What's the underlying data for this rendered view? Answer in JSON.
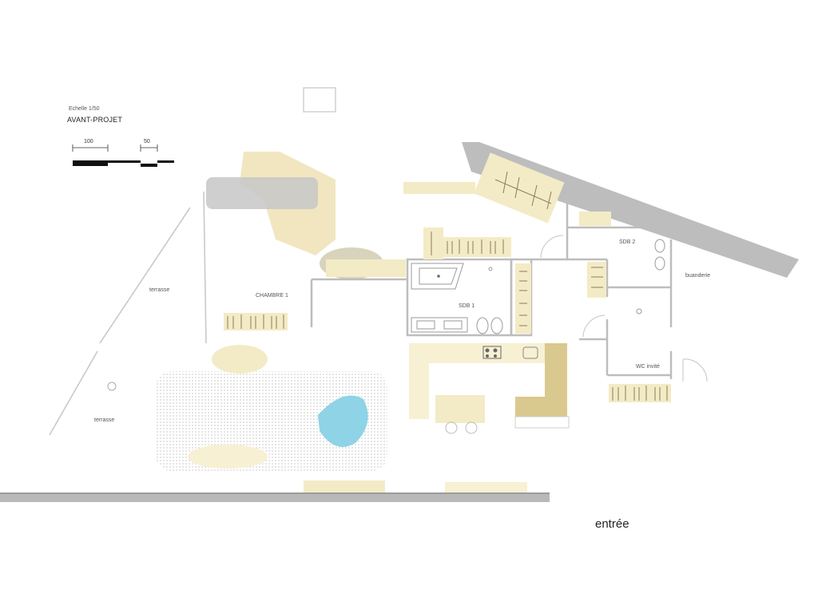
{
  "header": {
    "scale_label": "Echelle 1/50",
    "title": "AVANT-PROJET"
  },
  "scale_bar": {
    "tick_a": "100",
    "tick_b": "50"
  },
  "rooms": {
    "terrasse_upper": "terrasse",
    "terrasse_lower": "terrasse",
    "chambre": "CHAMBRE 1",
    "sdb1": "SDB 1",
    "sdb2": "SDB 2",
    "buanderie": "buanderie",
    "wc": "WC invité",
    "entree": "entrée"
  },
  "colors": {
    "wall": "#b8b8b8",
    "floor_tint": "#f3ebc6",
    "kitchen_wood": "#d9c98e",
    "pool": "#8fd3e6",
    "background": "#ffffff"
  }
}
